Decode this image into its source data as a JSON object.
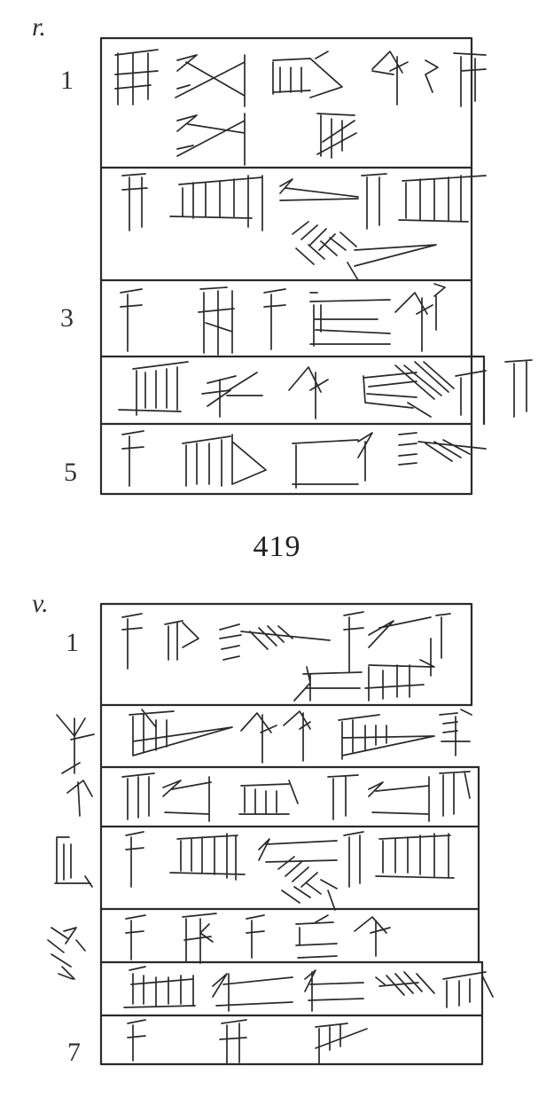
{
  "reverse": {
    "side_label": "r.",
    "line_numbers": [
      "1",
      "3",
      "5"
    ],
    "line_count": 5
  },
  "catalog_number": "419",
  "obverse": {
    "side_label": "v.",
    "line_numbers": [
      "1",
      "7"
    ],
    "line_count": 7
  }
}
